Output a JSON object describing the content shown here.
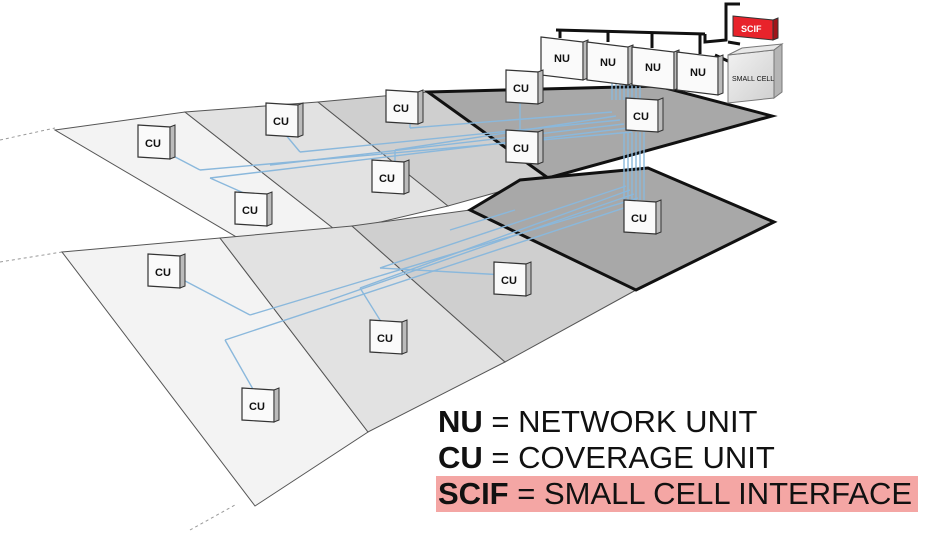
{
  "units": {
    "nu_label": "NU",
    "cu_label": "CU",
    "small_cell_label": "SMALL CELL",
    "scif_label": "SCIF"
  },
  "legend": [
    {
      "abbr": "NU",
      "text": "= NETWORK UNIT",
      "highlight": false
    },
    {
      "abbr": "CU",
      "text": "= COVERAGE UNIT",
      "highlight": false
    },
    {
      "abbr": "SCIF",
      "text": "= SMALL CELL INTERFACE",
      "highlight": true
    }
  ],
  "colors": {
    "fiber": "#8ab8dc",
    "scif_red": "#e8232b",
    "highlight": "#f4a6a4"
  }
}
